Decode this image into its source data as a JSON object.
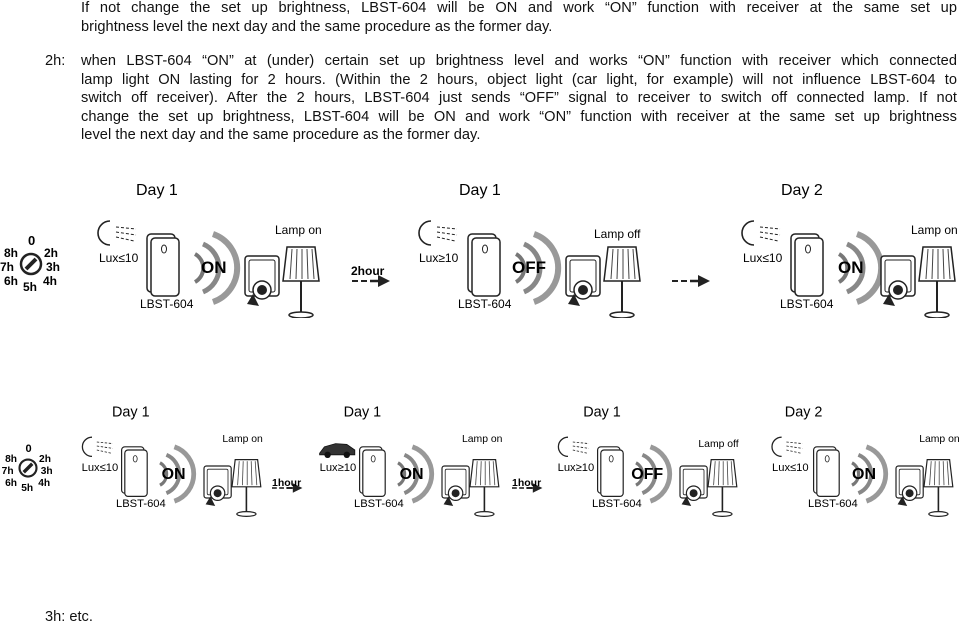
{
  "paragraph_1": {
    "lines": [
      "If not change the set up brightness, LBST-604 will be ON and work “ON” function with receiver at the same set up",
      "brightness level the next day and the same procedure as the former day."
    ]
  },
  "paragraph_2": {
    "label": "2h:",
    "lines": [
      "when LBST-604 “ON” at (under) certain set up brightness level and works “ON” function with receiver which connected",
      "lamp light ON lasting for 2 hours. (Within the 2 hours, object light (car light, for example) will not influence LBST-604 to",
      "switch off receiver). After the 2 hours, LBST-604 just sends “OFF” signal to receiver to switch off connected lamp. If not",
      "change the set up brightness, LBST-604 will be ON and work “ON” function with receiver at the same set up brightness",
      "level the next day and the same procedure as the former day."
    ]
  },
  "dial_labels": {
    "top": "0",
    "tl": "8h",
    "tr": "2h",
    "l": "7h",
    "r": "3h",
    "bl": "6h",
    "br": "4h",
    "b": "5h"
  },
  "diagram_1": {
    "days": [
      "Day 1",
      "Day 1",
      "Day 2"
    ],
    "lux": [
      "Lux≤10",
      "Lux≥10",
      "Lux≤10"
    ],
    "signal": [
      "ON",
      "OFF",
      "ON"
    ],
    "lamp": [
      "Lamp on",
      "Lamp off",
      "Lamp on"
    ],
    "device": [
      "LBST-604",
      "LBST-604",
      "LBST-604"
    ],
    "arrow_label": "2hour"
  },
  "diagram_2": {
    "days": [
      "Day 1",
      "Day 1",
      "Day 1",
      "Day 2"
    ],
    "lux": [
      "Lux≤10",
      "Lux≥10",
      "Lux≥10",
      "Lux≤10"
    ],
    "signal": [
      "ON",
      "ON",
      "OFF",
      "ON"
    ],
    "lamp": [
      "Lamp on",
      "Lamp on",
      "Lamp off",
      "Lamp on"
    ],
    "device": [
      "LBST-604",
      "LBST-604",
      "LBST-604",
      "LBST-604"
    ],
    "arrow_labels": [
      "1hour",
      "1hour"
    ]
  },
  "footer": {
    "label": "3h:",
    "text": "etc."
  }
}
